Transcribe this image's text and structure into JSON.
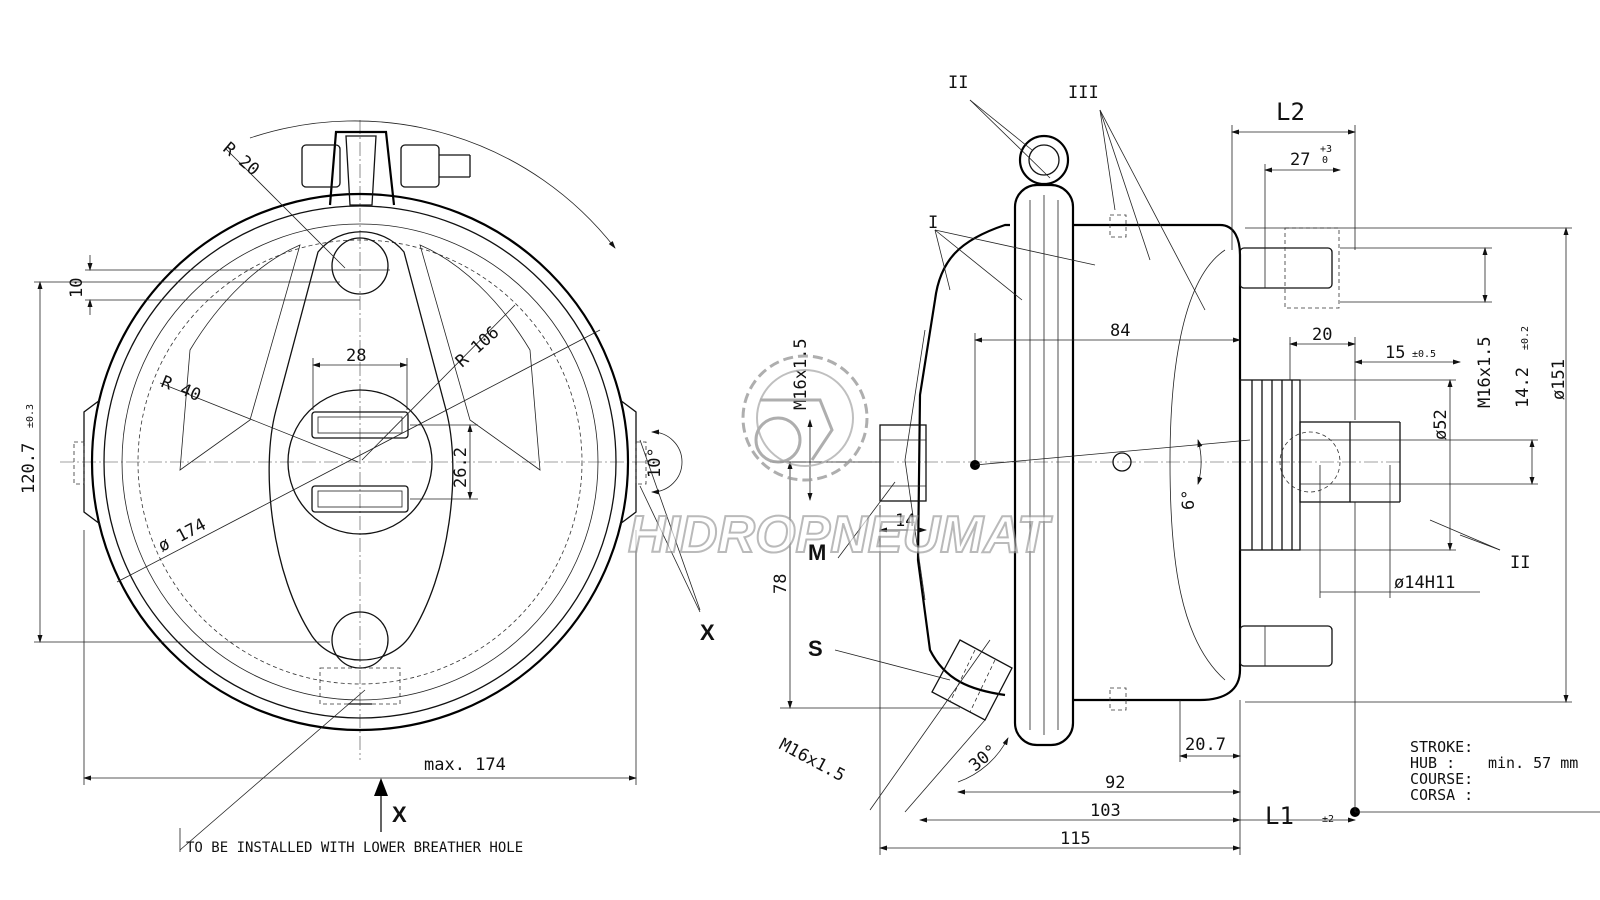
{
  "front_view": {
    "dims": {
      "r20": "R 20",
      "r106": "R 106",
      "r40": "R 40",
      "d174": "ø 174",
      "d28": "28",
      "d10": "10",
      "d26_2": "26.2",
      "d120_7": "120.7",
      "tol_120_7": "±0.3",
      "ang10": "10°",
      "max174": "max. 174"
    },
    "view_marker": "X",
    "arrow_label": "X",
    "note": "TO BE INSTALLED WITH LOWER BREATHER HOLE"
  },
  "side_view": {
    "callouts": {
      "c1": "I",
      "c2": "II",
      "c3": "III",
      "c4": "II"
    },
    "dims": {
      "L2": "L2",
      "d27": "27",
      "tol_27_up": "+3",
      "tol_27_lo": "0",
      "d84": "84",
      "d20": "20",
      "d15": "15",
      "tol_15": "±0.5",
      "m16_right": "M16x1.5",
      "d14_2": "14.2",
      "tol_14_2": "±0.2",
      "d151": "ø151",
      "d52": "ø52",
      "d14h11": "ø14H11",
      "m16_left": "M16x1.5",
      "d14": "14",
      "d78": "78",
      "d6": "6°",
      "d20_7": "20.7",
      "m16_bottom": "M16x1.5",
      "ang30": "30°",
      "d92": "92",
      "d103": "103",
      "d115": "115",
      "L1": "L1",
      "tol_L1": "±2"
    },
    "port_m": "M",
    "port_s": "S"
  },
  "stroke_table": {
    "rows": [
      {
        "label": "STROKE:",
        "value": ""
      },
      {
        "label": "HUB   :",
        "value": "min. 57 mm"
      },
      {
        "label": "COURSE:",
        "value": ""
      },
      {
        "label": "CORSA :",
        "value": ""
      }
    ]
  },
  "watermark": {
    "text": "HIDROPNEUMAT",
    "logo": "gear-tractor-logo"
  }
}
